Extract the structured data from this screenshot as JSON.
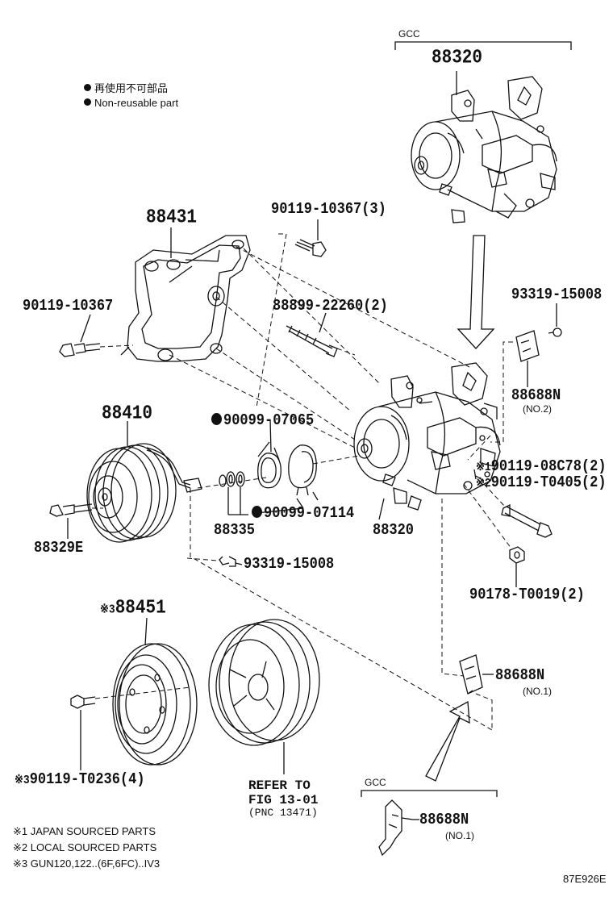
{
  "legend": {
    "non_reusable_ja": "再使用不可部品",
    "non_reusable_en": "Non-reusable part"
  },
  "group_labels": {
    "gcc_top": "GCC",
    "gcc_bottom": "GCC"
  },
  "parts": {
    "p88320_top": "88320",
    "p88431": "88431",
    "p90119_10367_3": "90119-10367(3)",
    "p90119_10367": "90119-10367",
    "p88899_22260_2": "88899-22260(2)",
    "p93319_15008_top": "93319-15008",
    "p88688N_no2": "88688N",
    "p88688N_no2_sub": "(NO.2)",
    "p88410": "88410",
    "p90099_07065": "90099-07065",
    "p90099_07114": "90099-07114",
    "p88335": "88335",
    "p88320_mid": "88320",
    "p88329E": "88329E",
    "p90119_08C78_2": "90119-08C78(2)",
    "p90119_08C78_2_mark": "※1",
    "p90119_T0405_2": "90119-T0405(2)",
    "p90119_T0405_2_mark": "※2",
    "p93319_15008_bottom": "93319-15008",
    "p90178_T0019_2": "90178-T0019(2)",
    "p88451": "88451",
    "p88451_mark": "※3",
    "p88688N_no1": "88688N",
    "p88688N_no1_sub": "(NO.1)",
    "p90119_T0236_4": "90119-T0236(4)",
    "p90119_T0236_4_mark": "※3",
    "p88688N_no1_gcc": "88688N",
    "p88688N_no1_gcc_sub": "(NO.1)"
  },
  "reference": {
    "line1": "REFER TO",
    "line2": "FIG 13-01",
    "line3": "(PNC 13471)"
  },
  "notes": {
    "n1": "※1 JAPAN SOURCED PARTS",
    "n2": "※2 LOCAL SOURCED PARTS",
    "n3": "※3 GUN120,122..(6F,6FC)..IV3"
  },
  "figure_code": "87E926E"
}
